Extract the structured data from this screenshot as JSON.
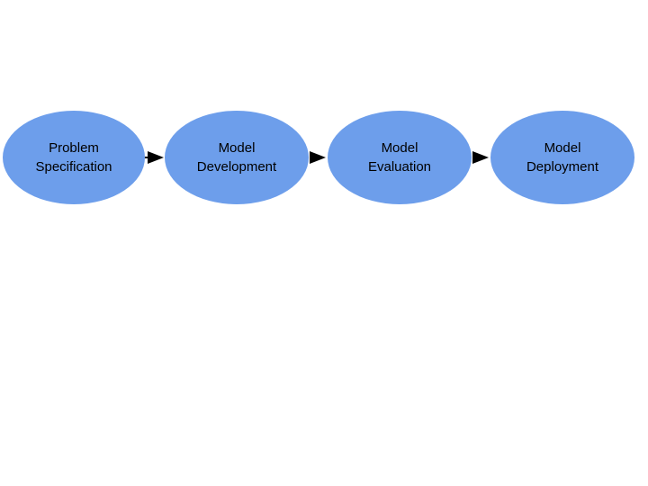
{
  "diagram": {
    "node_color": "#6d9eeb",
    "arrow_color": "#000000",
    "nodes": [
      {
        "lines": [
          "Problem",
          "Specification"
        ]
      },
      {
        "lines": [
          "Model",
          "Development"
        ]
      },
      {
        "lines": [
          "Model",
          "Evaluation"
        ]
      },
      {
        "lines": [
          "Model",
          "Deployment"
        ]
      }
    ]
  }
}
